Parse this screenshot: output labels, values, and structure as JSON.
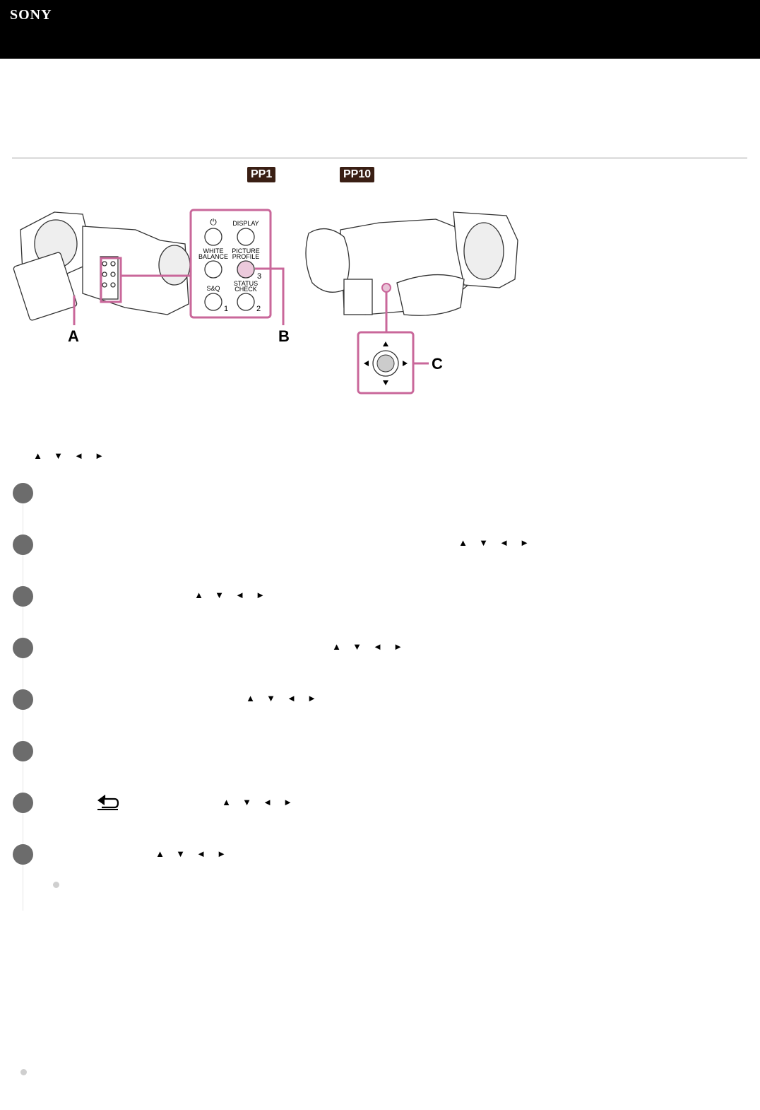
{
  "header": {
    "logo": "SONY"
  },
  "badges": {
    "badge1": "PP1",
    "badge2": "PP10"
  },
  "figure": {
    "callouts": {
      "a": "A",
      "b": "B",
      "c": "C"
    },
    "buttons": {
      "power": "⏻",
      "display": "DISPLAY",
      "white_balance_1": "WHITE",
      "white_balance_2": "BALANCE",
      "picture_profile_1": "PICTURE",
      "picture_profile_2": "PROFILE",
      "sq": "S&Q",
      "status_check_1": "STATUS",
      "status_check_2": "CHECK",
      "num1": "1",
      "num2": "2",
      "num3": "3"
    }
  },
  "arrow_glyphs": {
    "up": "▲",
    "down": "▼",
    "left": "◄",
    "right": "►"
  },
  "steps": [
    {
      "id": 1
    },
    {
      "id": 2
    },
    {
      "id": 3
    },
    {
      "id": 4
    },
    {
      "id": 5
    },
    {
      "id": 6
    },
    {
      "id": 7
    },
    {
      "id": 8
    }
  ],
  "colors": {
    "header_bg": "#000000",
    "callout": "#c9679a",
    "step_dot": "#6c6c6c",
    "badge_bg": "#3a1f14"
  }
}
